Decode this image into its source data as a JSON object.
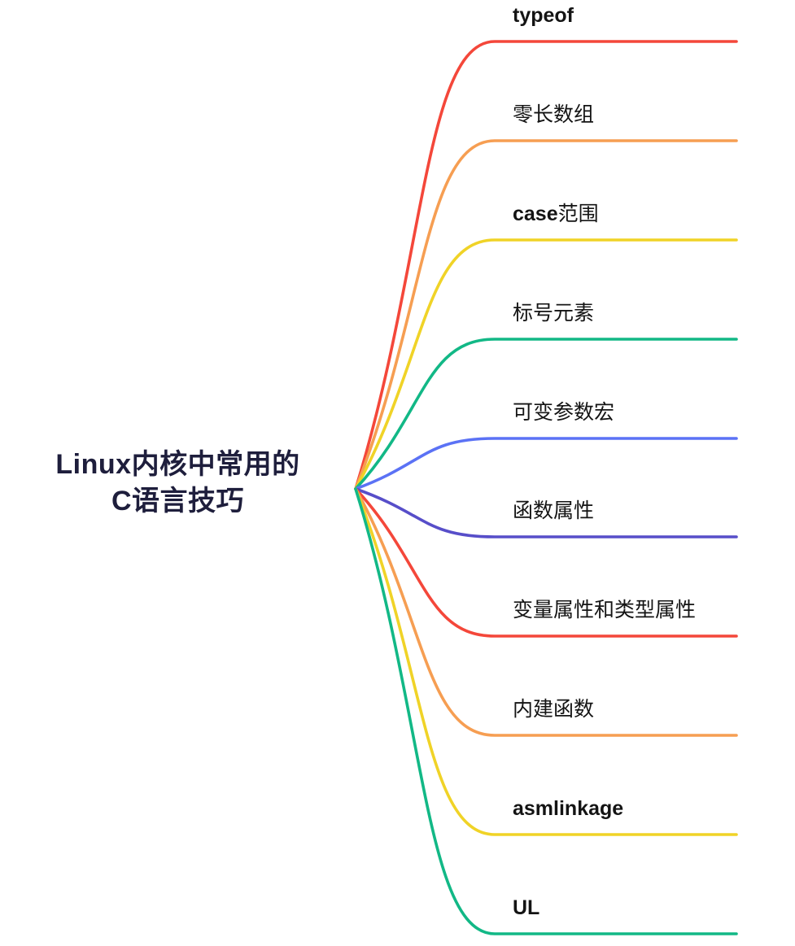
{
  "title": {
    "line1": "Linux内核中常用的",
    "line2": "C语言技巧"
  },
  "colors": {
    "background": "#ffffff",
    "title_text": "#1e1e3c",
    "label_text": "#141414",
    "red": "#f4473a",
    "orange": "#f69e52",
    "yellow": "#f0d327",
    "green": "#12b886",
    "blue": "#5b72f5",
    "indigo": "#574ec9"
  },
  "branches": [
    {
      "name": "typeof",
      "color": "#f4473a",
      "parts": [
        {
          "text": "typeof",
          "bold": true
        }
      ]
    },
    {
      "name": "zero-length-array",
      "color": "#f69e52",
      "parts": [
        {
          "text": "零长数组",
          "bold": false
        }
      ]
    },
    {
      "name": "case-range",
      "color": "#f0d327",
      "parts": [
        {
          "text": "case",
          "bold": true
        },
        {
          "text": "范围",
          "bold": false
        }
      ]
    },
    {
      "name": "labeled-elements",
      "color": "#12b886",
      "parts": [
        {
          "text": "标号元素",
          "bold": false
        }
      ]
    },
    {
      "name": "variadic-macro",
      "color": "#5b72f5",
      "parts": [
        {
          "text": "可变参数宏",
          "bold": false
        }
      ]
    },
    {
      "name": "function-attributes",
      "color": "#574ec9",
      "parts": [
        {
          "text": "函数属性",
          "bold": false
        }
      ]
    },
    {
      "name": "variable-and-type-attributes",
      "color": "#f4473a",
      "parts": [
        {
          "text": "变量属性和类型属性",
          "bold": false
        }
      ]
    },
    {
      "name": "builtin-functions",
      "color": "#f69e52",
      "parts": [
        {
          "text": "内建函数",
          "bold": false
        }
      ]
    },
    {
      "name": "asmlinkage",
      "color": "#f0d327",
      "parts": [
        {
          "text": "asmlinkage",
          "bold": true
        }
      ]
    },
    {
      "name": "ul",
      "color": "#12b886",
      "parts": [
        {
          "text": "UL",
          "bold": true
        }
      ]
    }
  ]
}
